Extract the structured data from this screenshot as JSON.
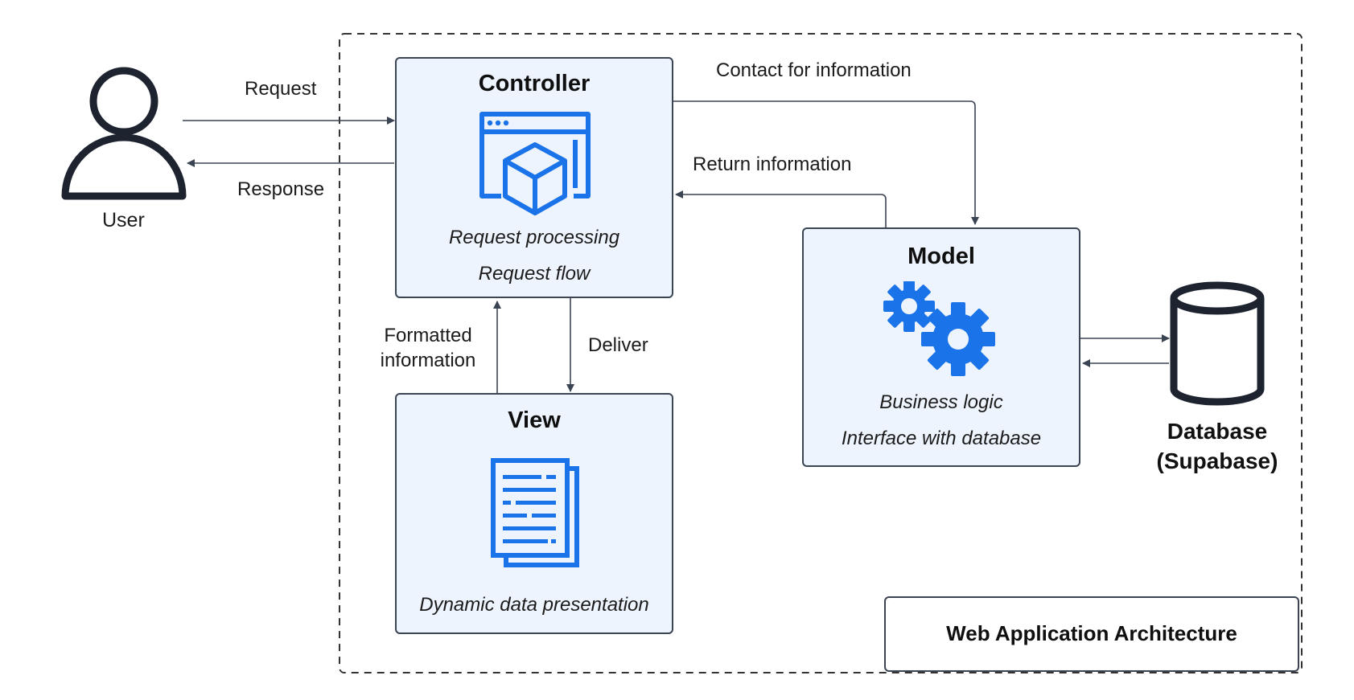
{
  "colors": {
    "accent": "#1a73e8",
    "box_fill": "#eef4fd",
    "stroke": "#3b4452"
  },
  "user": {
    "label": "User",
    "icon": "user-icon"
  },
  "edges": {
    "request": "Request",
    "response": "Response",
    "contact": "Contact for information",
    "return": "Return information",
    "formatted": "Formatted\ninformation",
    "deliver": "Deliver"
  },
  "controller": {
    "title": "Controller",
    "icon": "app-window-cube-icon",
    "lines": [
      "Request processing",
      "Request flow"
    ]
  },
  "view": {
    "title": "View",
    "icon": "documents-icon",
    "lines": [
      "Dynamic data presentation"
    ]
  },
  "model": {
    "title": "Model",
    "icon": "gears-icon",
    "lines": [
      "Business logic",
      "Interface with database"
    ]
  },
  "database": {
    "label_line1": "Database",
    "label_line2": "(Supabase)",
    "icon": "database-cylinder-icon"
  },
  "architecture_label": "Web Application Architecture"
}
